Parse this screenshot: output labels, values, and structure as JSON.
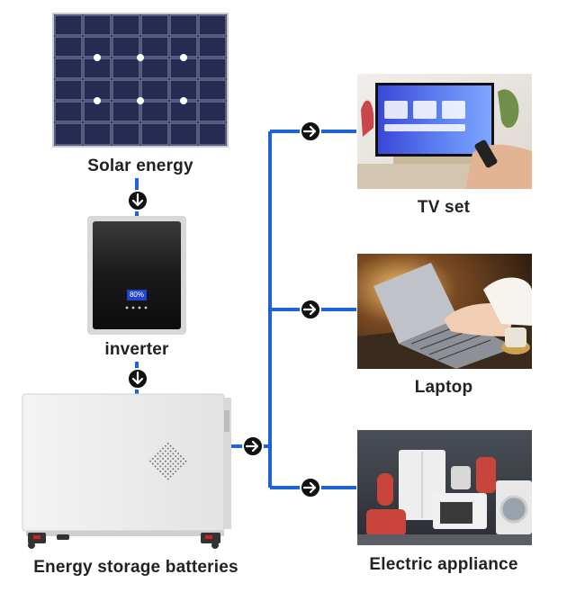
{
  "nodes": {
    "solar": {
      "label": "Solar energy",
      "icon": "solar-panel-icon"
    },
    "inverter": {
      "label": "inverter",
      "display": "80%",
      "icon": "inverter-icon"
    },
    "battery": {
      "label": "Energy storage batteries",
      "icon": "battery-cabinet-icon"
    },
    "tv": {
      "label": "TV set",
      "icon": "tv-photo-icon"
    },
    "laptop": {
      "label": "Laptop",
      "icon": "laptop-photo-icon"
    },
    "appliance": {
      "label": "Electric appliance",
      "icon": "appliances-photo-icon"
    }
  },
  "colors": {
    "line": "#1f63d6",
    "arrow_bg": "#111111",
    "arrow_fg": "#ffffff"
  }
}
